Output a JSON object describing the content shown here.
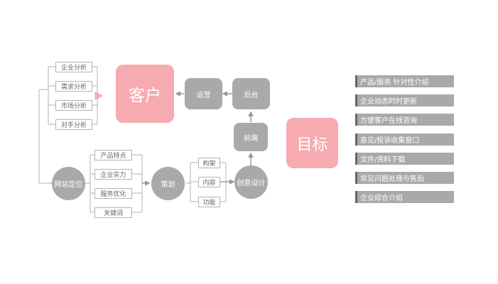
{
  "left": {
    "customer": "客户",
    "analysis": [
      "企业分析",
      "需求分析",
      "市场分析",
      "对手分析"
    ],
    "operation": "运营",
    "backend": "后台",
    "frontend": "前端",
    "positioning": "网站定位",
    "features": [
      "产品特点",
      "企业实力",
      "服务优化",
      "关键词"
    ],
    "planning": "策划",
    "structure": [
      "构架",
      "内容",
      "功能"
    ],
    "creative": "创意设计"
  },
  "right": {
    "goal": "目标",
    "items": [
      "产品/服务 针对性介绍",
      "企业动态时时更新",
      "方便客户在线咨询",
      "意见/投诉收集窗口",
      "文件/资料下载",
      "常见问题处理与售后",
      "企业综合介绍"
    ]
  },
  "colors": {
    "pink": "#f6abb0",
    "grey": "#a9a9a9",
    "line": "#b3b3b3",
    "arrow": "#999999",
    "dark_bar": "#666666"
  }
}
